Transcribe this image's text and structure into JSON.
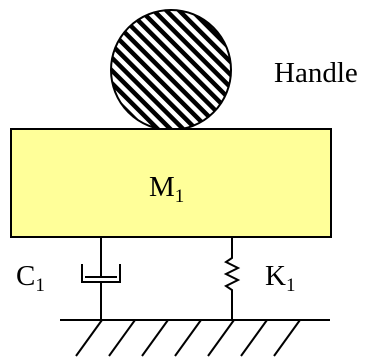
{
  "labels": {
    "handle": "Handle",
    "mass": "M",
    "mass_sub": "1",
    "damper": "C",
    "damper_sub": "1",
    "spring": "K",
    "spring_sub": "1"
  },
  "colors": {
    "mass_fill": "#FFFF99",
    "stroke": "#000000",
    "background": "#FFFFFF"
  }
}
